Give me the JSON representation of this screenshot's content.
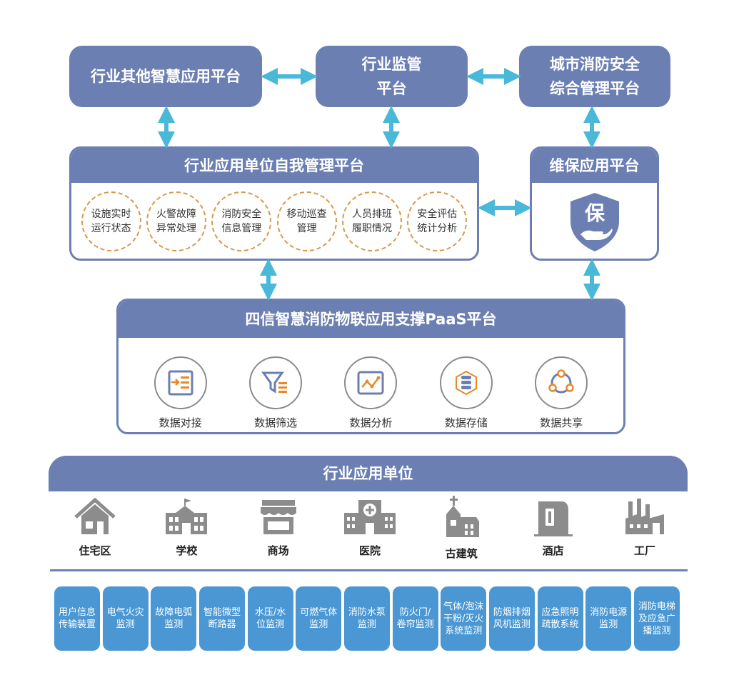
{
  "top_platforms": {
    "other": "行业其他智慧应用平台",
    "supervision_line1": "行业监管",
    "supervision_line2": "平台",
    "city_line1": "城市消防安全",
    "city_line2": "综合管理平台"
  },
  "self_mgmt": {
    "title": "行业应用单位自我管理平台",
    "items": [
      {
        "l1": "设施实时",
        "l2": "运行状态"
      },
      {
        "l1": "火警故障",
        "l2": "异常处理"
      },
      {
        "l1": "消防安全",
        "l2": "信息管理"
      },
      {
        "l1": "移动巡查",
        "l2": "管理"
      },
      {
        "l1": "人员排班",
        "l2": "履职情况"
      },
      {
        "l1": "安全评估",
        "l2": "统计分析"
      }
    ]
  },
  "maintenance": {
    "title": "维保应用平台",
    "badge_char": "保"
  },
  "paas": {
    "title": "四信智慧消防物联应用支撑PaaS平台",
    "functions": [
      {
        "label": "数据对接",
        "icon": "data-docking-icon"
      },
      {
        "label": "数据筛选",
        "icon": "data-filter-icon"
      },
      {
        "label": "数据分析",
        "icon": "data-analysis-icon"
      },
      {
        "label": "数据存储",
        "icon": "data-storage-icon"
      },
      {
        "label": "数据共享",
        "icon": "data-share-icon"
      }
    ]
  },
  "units": {
    "title": "行业应用单位",
    "items": [
      {
        "label": "住宅区",
        "icon": "residence-icon"
      },
      {
        "label": "学校",
        "icon": "school-icon"
      },
      {
        "label": "商场",
        "icon": "mall-icon"
      },
      {
        "label": "医院",
        "icon": "hospital-icon"
      },
      {
        "label": "古建筑",
        "icon": "ancient-building-icon"
      },
      {
        "label": "酒店",
        "icon": "hotel-icon"
      },
      {
        "label": "工厂",
        "icon": "factory-icon"
      }
    ]
  },
  "monitors": [
    {
      "l1": "用户信息",
      "l2": "传输装置",
      "l3": ""
    },
    {
      "l1": "电气火灾",
      "l2": "监测",
      "l3": ""
    },
    {
      "l1": "故障电弧",
      "l2": "监测",
      "l3": ""
    },
    {
      "l1": "智能微型",
      "l2": "断路器",
      "l3": ""
    },
    {
      "l1": "水压/水",
      "l2": "位监测",
      "l3": ""
    },
    {
      "l1": "可燃气体",
      "l2": "监测",
      "l3": ""
    },
    {
      "l1": "消防水泵",
      "l2": "监测",
      "l3": ""
    },
    {
      "l1": "防火门/",
      "l2": "卷帘监测",
      "l3": ""
    },
    {
      "l1": "气体/泡沫",
      "l2": "干粉/灭火",
      "l3": "系统监测"
    },
    {
      "l1": "防烟排烟",
      "l2": "风机监测",
      "l3": ""
    },
    {
      "l1": "应急照明",
      "l2": "疏散系统",
      "l3": ""
    },
    {
      "l1": "消防电源",
      "l2": "监测",
      "l3": ""
    },
    {
      "l1": "消防电梯",
      "l2": "及应急广",
      "l3": "播监测"
    }
  ],
  "colors": {
    "panel": "#6b7fb2",
    "arrow": "#4ab8d8",
    "monitor": "#4a97d3",
    "dashed": "#d89a4c",
    "icon_orange": "#e8882c"
  }
}
